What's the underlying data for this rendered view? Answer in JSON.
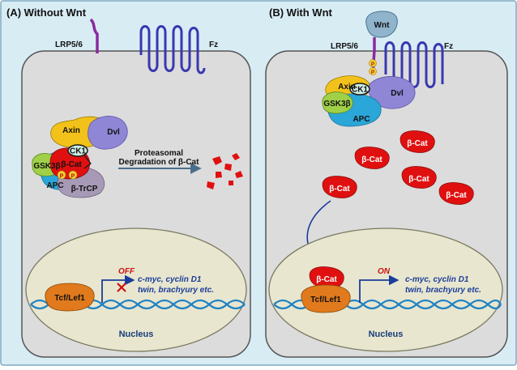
{
  "panel_a": {
    "title": "(A) Without Wnt",
    "lrp": "LRP5/6",
    "fz": "Fz",
    "axin": "Axin",
    "ck1": "CK1",
    "dvl": "Dvl",
    "gsk": "GSK3β",
    "bcat": "β-Cat",
    "p": "P",
    "apc": "APC",
    "btrcp": "β-TrCP",
    "degradation_line1": "Proteasomal",
    "degradation_line2": "Degradation of β-Cat",
    "off": "OFF",
    "tcf": "Tcf/Lef1",
    "genes_line1": "c-myc, cyclin D1",
    "genes_line2": "twin, brachyury etc.",
    "nucleus": "Nucleus"
  },
  "panel_b": {
    "title": "(B) With Wnt",
    "wnt": "Wnt",
    "lrp": "LRP5/6",
    "fz": "Fz",
    "p": "P",
    "axin": "Axin",
    "ck1": "CK1",
    "dvl": "Dvl",
    "gsk": "GSK3β",
    "apc": "APC",
    "bcat": "β-Cat",
    "on": "ON",
    "tcf": "Tcf/Lef1",
    "genes_line1": "c-myc, cyclin D1",
    "genes_line2": "twin, brachyury etc.",
    "nucleus": "Nucleus"
  },
  "colors": {
    "background": "#d8ecf4",
    "cell_fill": "#dcdcdc",
    "nucleus_fill": "#e8e6cf",
    "axin": "#f2c21a",
    "dvl": "#8f86d6",
    "apc": "#2aa6d8",
    "gsk": "#9fd048",
    "bcat": "#e01010",
    "btrcp": "#a79ab6",
    "tcf": "#e07a1c",
    "ck1": "#cfeee6",
    "phospho": "#f5d033",
    "wnt": "#8fb4cc",
    "lrp": "#8a2aa0",
    "fz": "#3a37b0",
    "dna": "#1f82c3",
    "arrow": "#1a3d9a",
    "off": "#cc1111"
  }
}
